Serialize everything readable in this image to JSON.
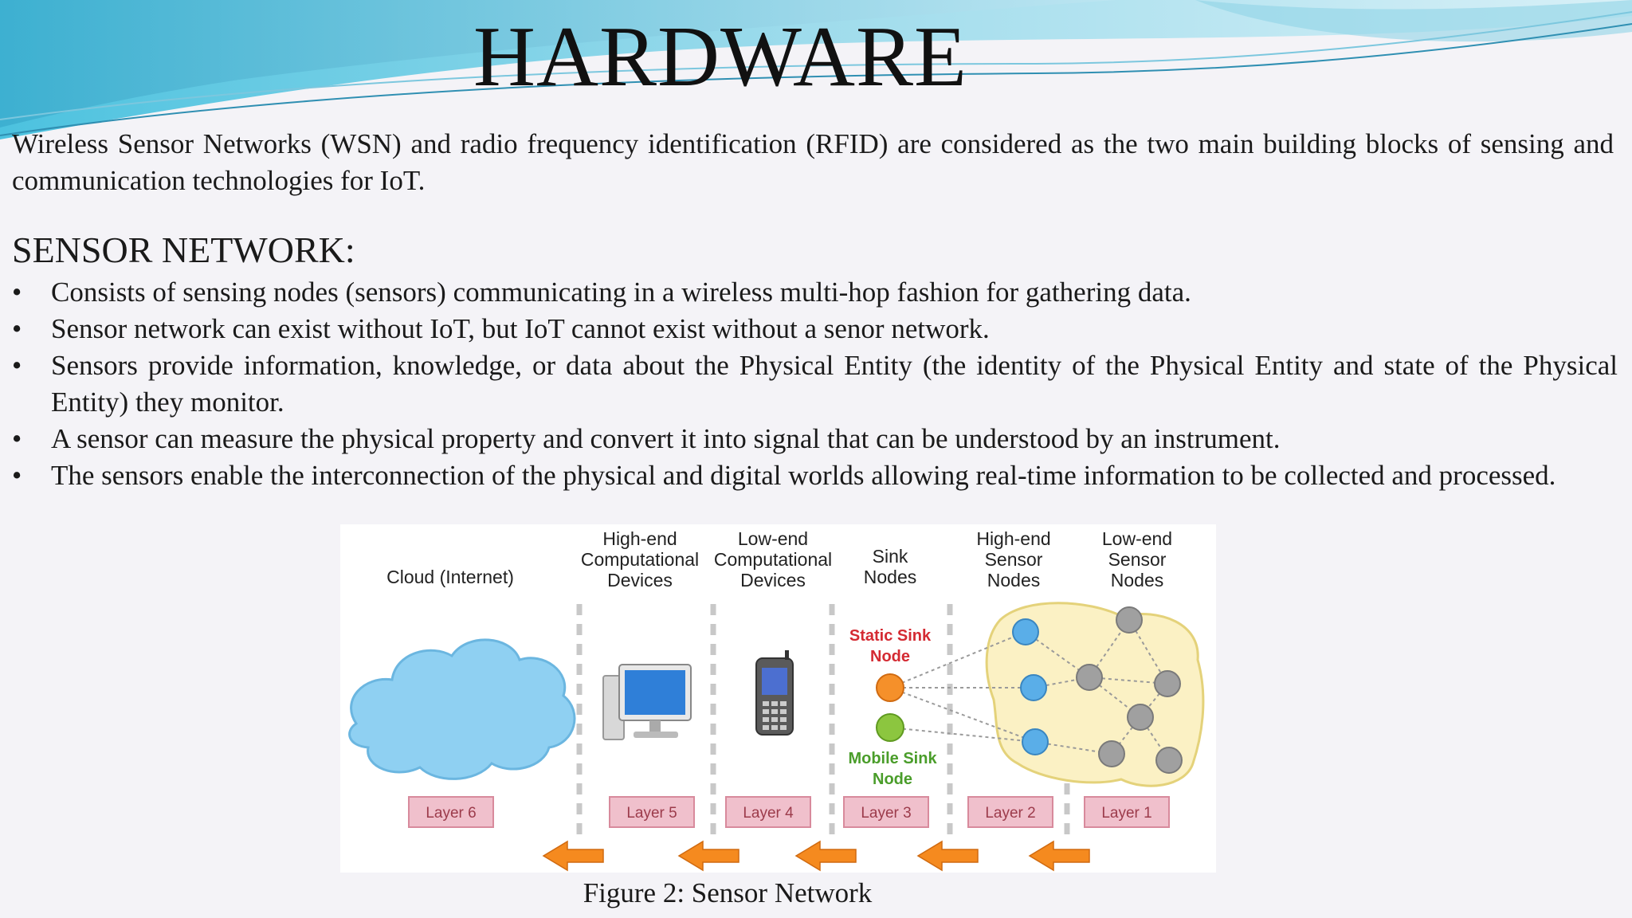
{
  "slide": {
    "title": "HARDWARE",
    "intro": "Wireless Sensor Networks (WSN) and radio frequency identification (RFID) are considered as the two main building blocks of sensing and communication technologies for IoT.",
    "section_heading": "SENSOR NETWORK:",
    "bullets": [
      "Consists of sensing nodes (sensors) communicating in a wireless multi-hop fashion for gathering data.",
      "Sensor network can exist without IoT,  but IoT cannot exist without a senor network.",
      "Sensors provide information, knowledge, or data about the Physical Entity (the identity of the Physical Entity and state of the Physical Entity) they monitor.",
      "A sensor can measure the physical property and convert it into signal that can be understood by an instrument.",
      "The sensors enable the interconnection of the physical and digital worlds allowing real-time information to be collected and processed."
    ],
    "caption": "Figure 2: Sensor Network"
  },
  "figure": {
    "columns": {
      "cloud": "Cloud (Internet)",
      "high_comp": [
        "High-end",
        "Computational",
        "Devices"
      ],
      "low_comp": [
        "Low-end",
        "Computational",
        "Devices"
      ],
      "sink": [
        "Sink",
        "Nodes"
      ],
      "high_sensor": [
        "High-end",
        "Sensor",
        "Nodes"
      ],
      "low_sensor": [
        "Low-end",
        "Sensor",
        "Nodes"
      ]
    },
    "static_sink": [
      "Static Sink",
      "Node"
    ],
    "mobile_sink": [
      "Mobile Sink",
      "Node"
    ],
    "layers": [
      "Layer 6",
      "Layer 5",
      "Layer 4",
      "Layer 3",
      "Layer 2",
      "Layer 1"
    ]
  },
  "colors": {
    "wave_blue": "#5ec8e0",
    "sink_static": "#f5902a",
    "sink_mobile": "#8cc63f",
    "high_sensor_node": "#5aaee8",
    "low_sensor_node": "#a0a0a0",
    "arrow": "#f58a1f",
    "layer_box": "#f0c0cc"
  }
}
